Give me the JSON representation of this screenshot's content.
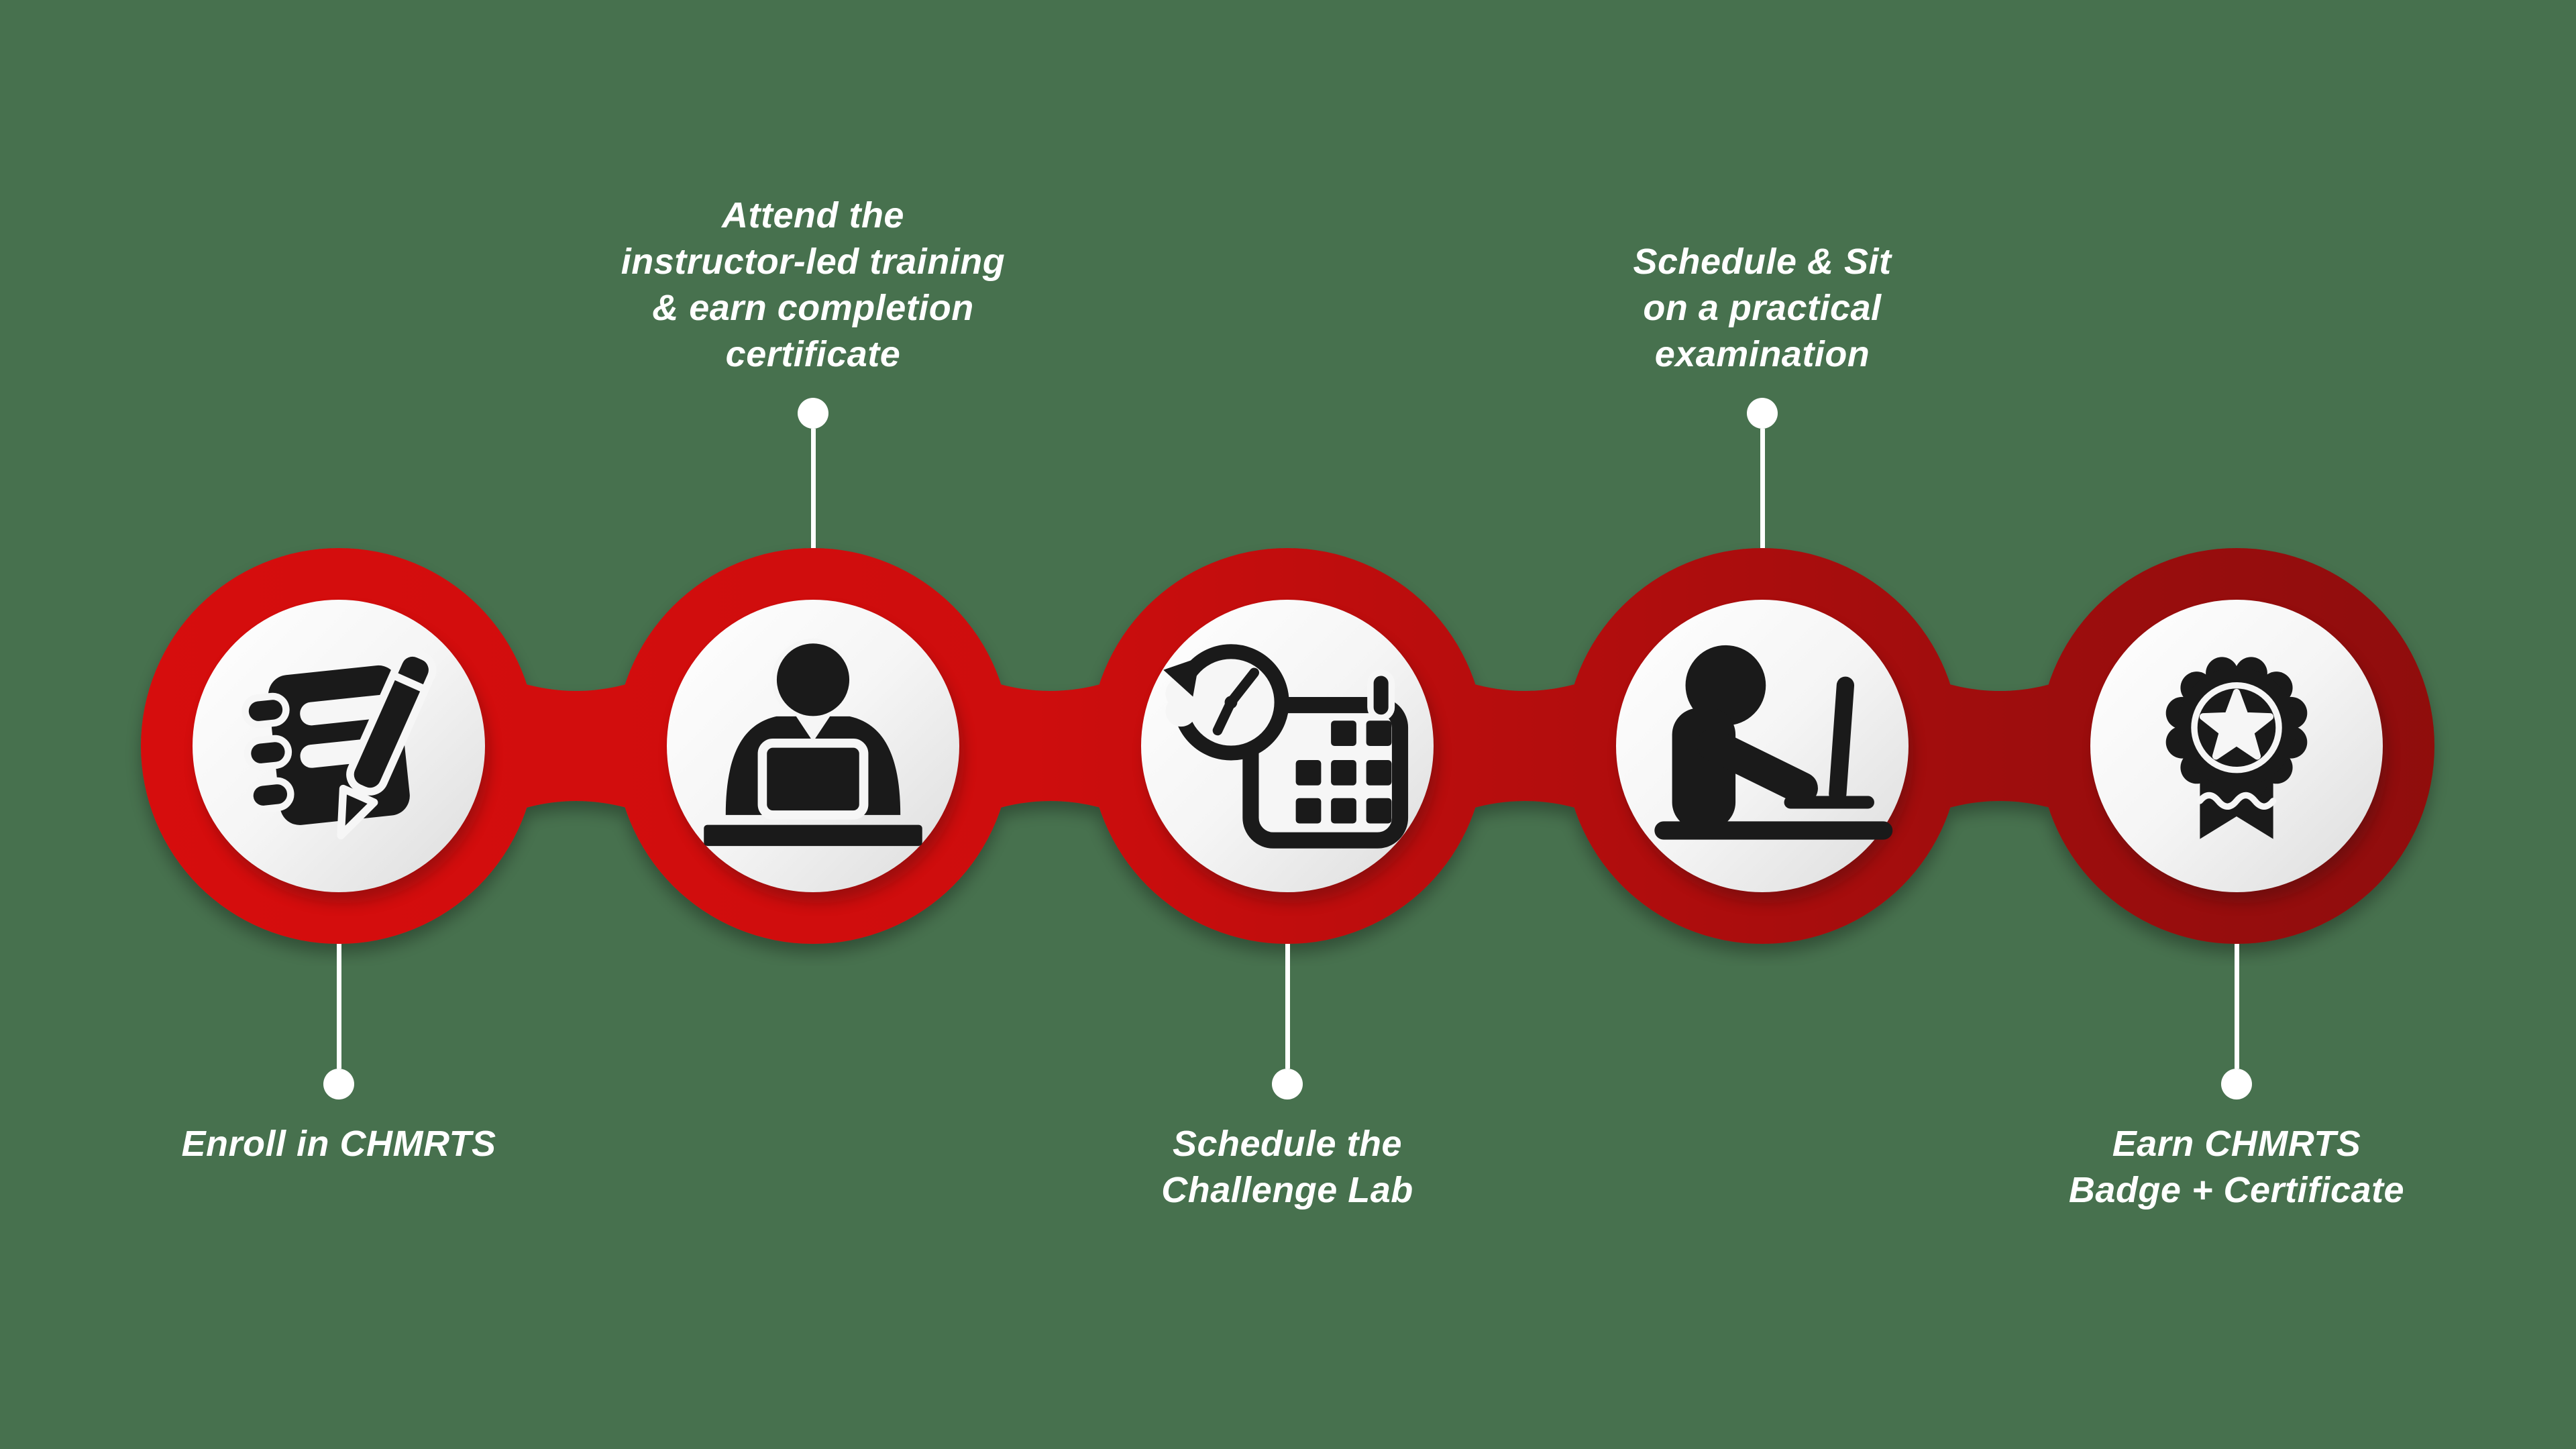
{
  "diagram": {
    "type": "process-timeline",
    "step_count": 5,
    "background_color": "#47714e",
    "ring_color_start": "#d7100f",
    "ring_color_end": "#8b0c06",
    "inner_circle_color": "#ffffff",
    "icon_color": "#1a1a1a",
    "label_text_color": "#ffffff"
  },
  "steps": [
    {
      "id": 1,
      "label": "Enroll in CHMRTS",
      "label_position": "bottom",
      "icon": "notebook-pencil-icon"
    },
    {
      "id": 2,
      "label": "Attend the\ninstructor-led training\n& earn completion\ncertificate",
      "label_position": "top",
      "icon": "instructor-training-icon"
    },
    {
      "id": 3,
      "label": "Schedule the\nChallenge Lab",
      "label_position": "bottom",
      "icon": "calendar-clock-icon"
    },
    {
      "id": 4,
      "label": "Schedule & Sit\non a practical\nexamination",
      "label_position": "top",
      "icon": "person-laptop-icon"
    },
    {
      "id": 5,
      "label": "Earn CHMRTS\nBadge + Certificate",
      "label_position": "bottom",
      "icon": "badge-star-icon"
    }
  ]
}
